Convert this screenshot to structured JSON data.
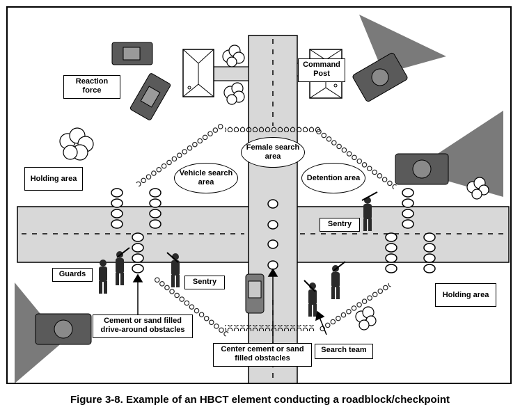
{
  "labels": {
    "reaction_force": "Reaction force",
    "command_post": "Command Post",
    "female_search": "Female search area",
    "vehicle_search": "Vehicle search area",
    "detention": "Detention area",
    "holding_left": "Holding area",
    "holding_right": "Holding area",
    "sentry_right": "Sentry",
    "sentry_left": "Sentry",
    "guards": "Guards",
    "obstacles_side": "Cement or sand filled drive-around obstacles",
    "obstacles_center": "Center cement or sand filled obstacles",
    "search_team": "Search team"
  },
  "caption": "Figure 3-8. Example of an HBCT element conducting a roadblock/checkpoint",
  "colors": {
    "road": "#d8d8d8",
    "field_of_fire": "#7a7a7a",
    "vehicle": "#5a5a5a",
    "outline": "#000000"
  }
}
